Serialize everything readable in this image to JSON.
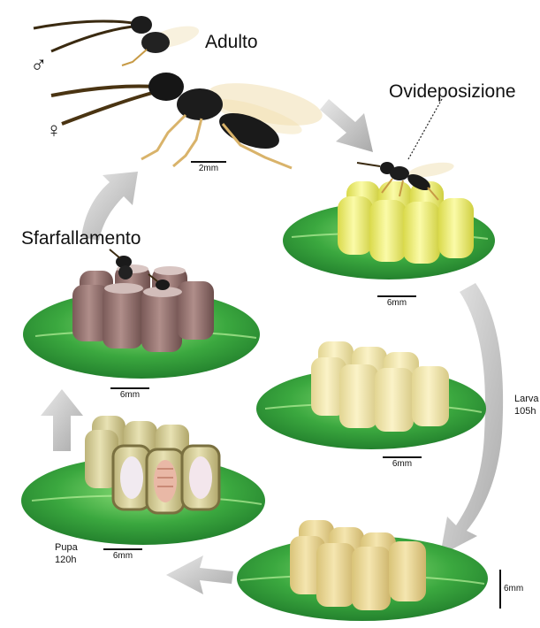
{
  "labels": {
    "adult": "Adulto",
    "oviposition": "Ovideposizione",
    "emergence": "Sfarfallamento",
    "larva_line1": "Larva",
    "larva_line2": "105h",
    "pupa_line1": "Pupa",
    "pupa_line2": "120h",
    "male_symbol": "♂",
    "female_symbol": "♀"
  },
  "scales": {
    "wasp": "2mm",
    "eggs": "6mm",
    "emergence": "6mm",
    "larva": "6mm",
    "pupa": "6mm",
    "late_larva": "6mm"
  },
  "colors": {
    "leaf": "#2e9a3a",
    "leaf_light": "#7fd36a",
    "egg": "#efef7a",
    "larva_cell": "#eee4b0",
    "emergence_cell": "#8b6c6a",
    "pupa_cell": "#d9d3a0",
    "arrow": "#c8c8c8",
    "wasp_body": "#1a1a1a",
    "wasp_leg": "#d9b36a"
  }
}
